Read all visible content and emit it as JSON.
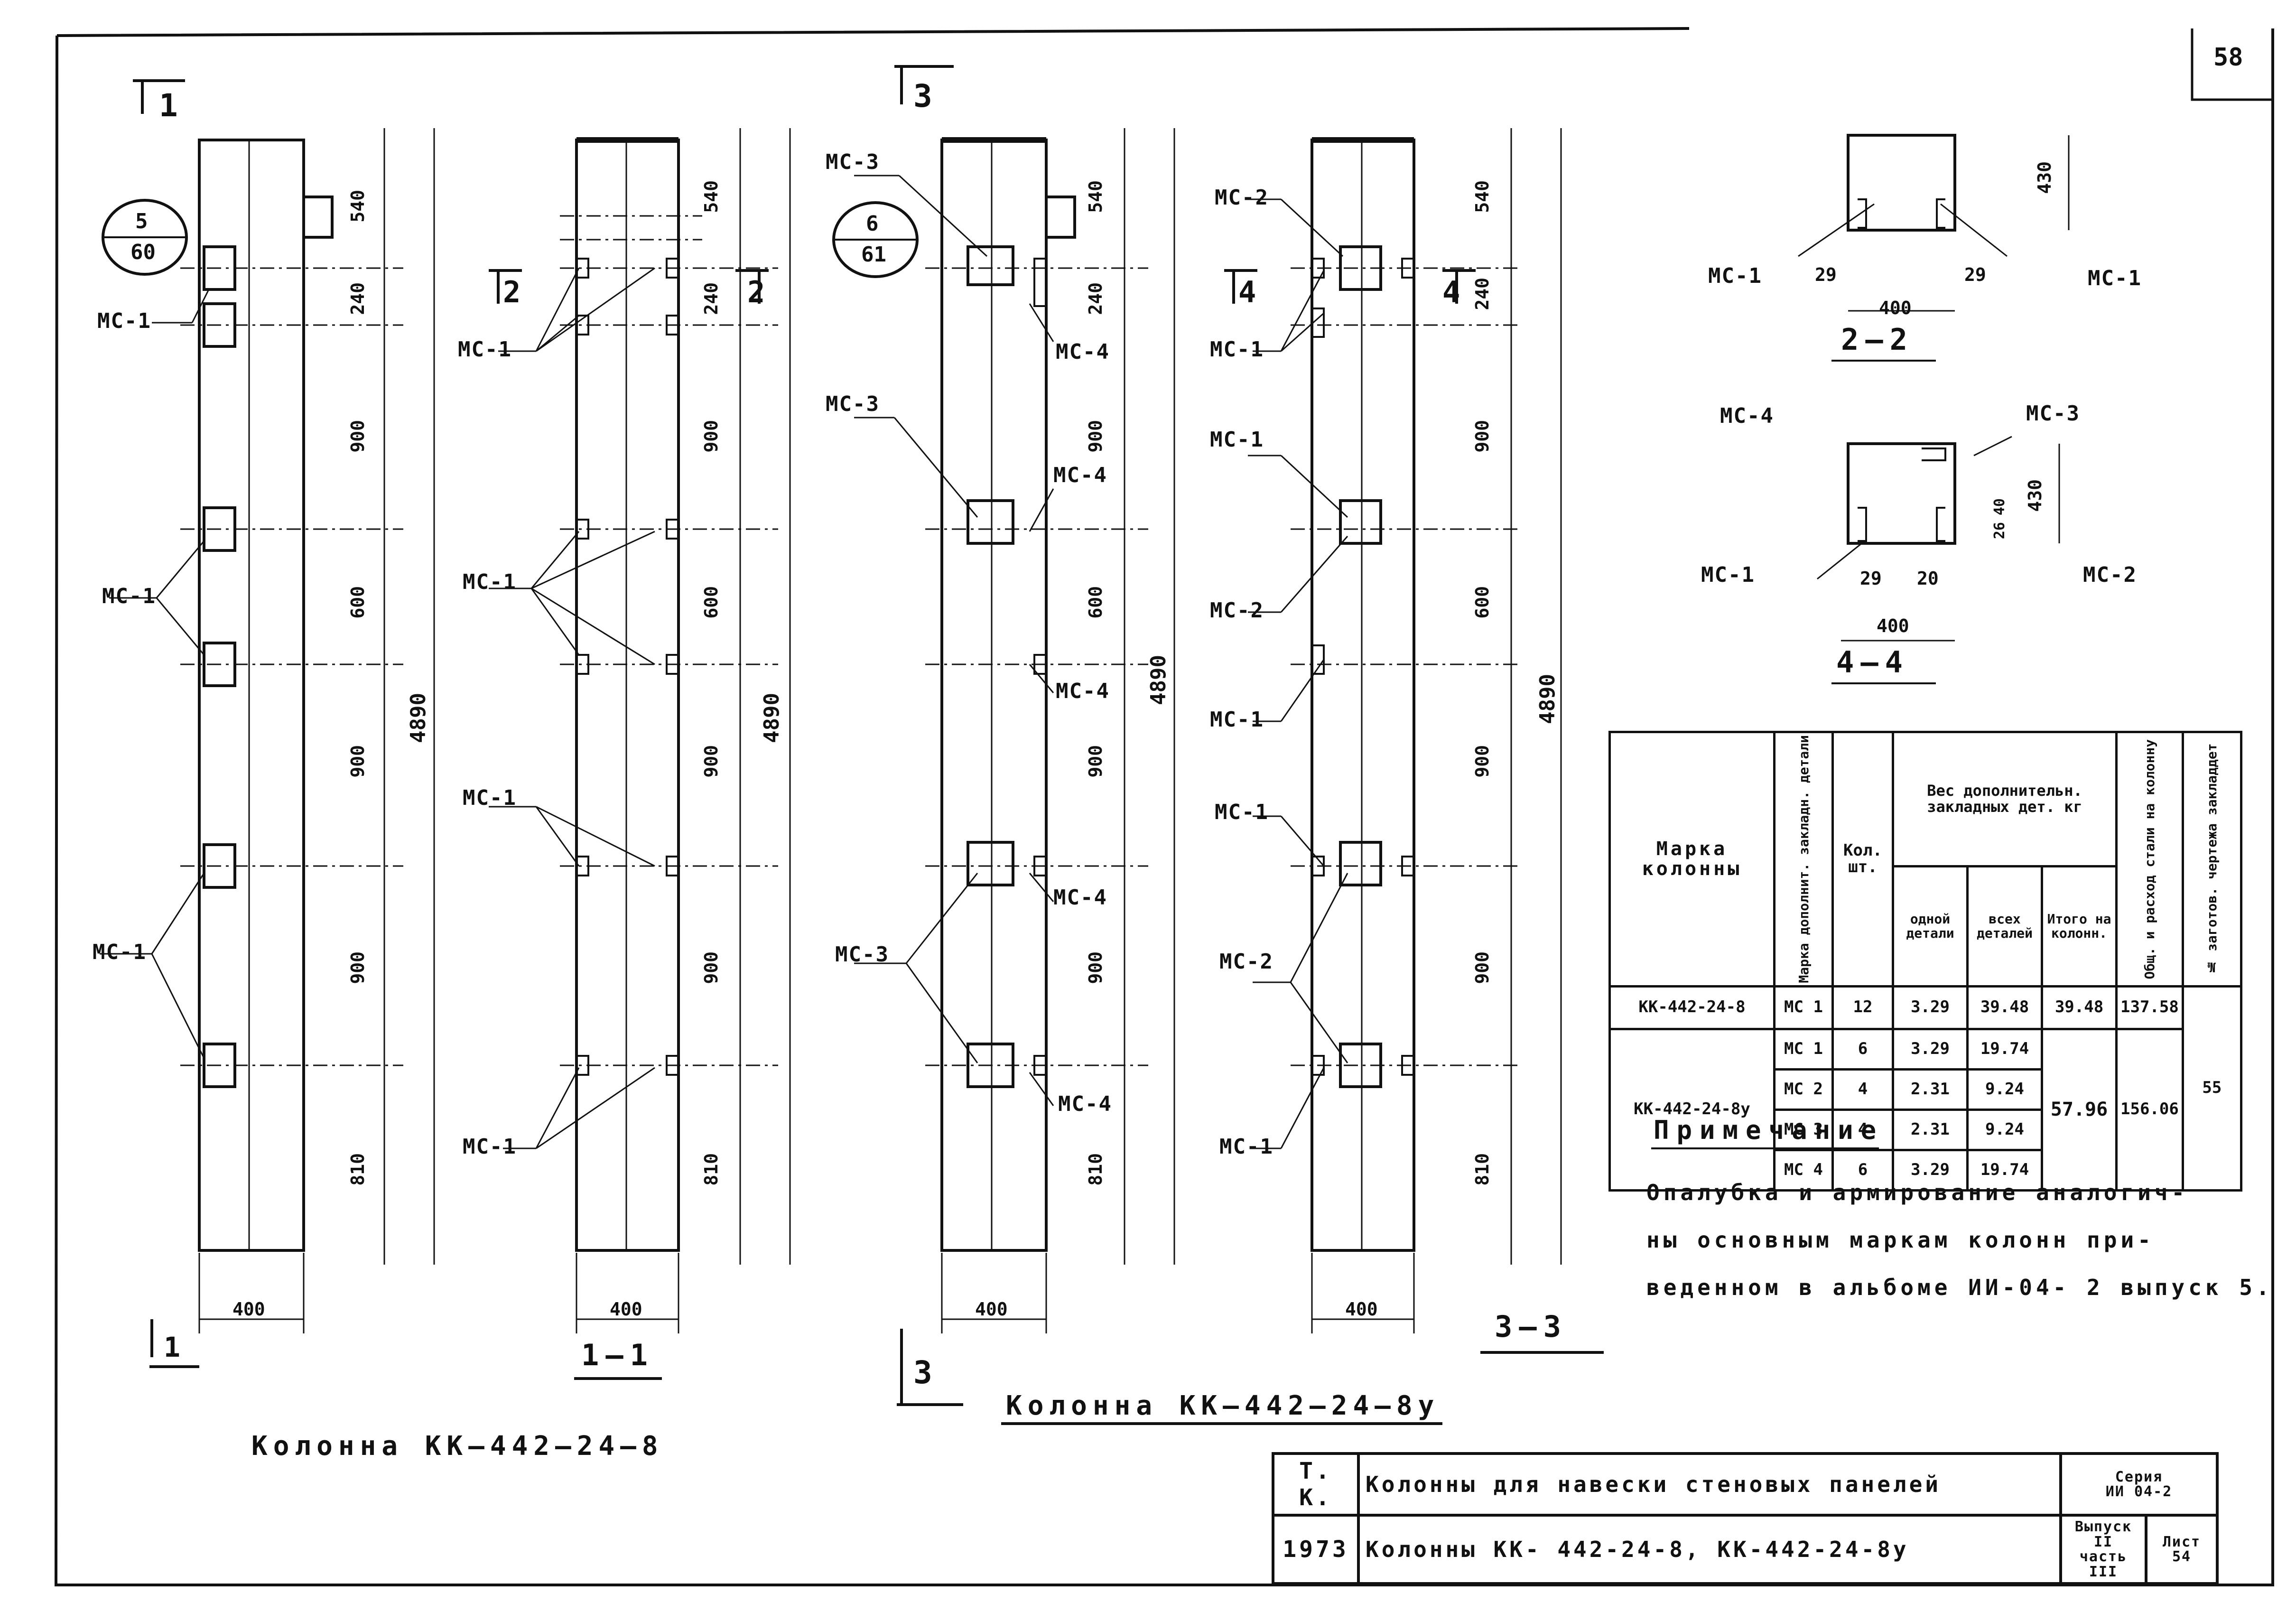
{
  "sheet_number": "58",
  "markers": {
    "sec1_top": "1",
    "sec1_bottom": "1",
    "sec3_top": "3",
    "sec3_bottom": "3",
    "sec2_left": "2",
    "sec2_right": "2",
    "sec4_left": "4",
    "sec4_right": "4"
  },
  "callouts": {
    "c1_top": "5",
    "c1_bottom": "60",
    "c2_top": "6",
    "c2_bottom": "61"
  },
  "labels": {
    "mc1": "МС-1",
    "mc2": "МС-2",
    "mc3": "МС-3",
    "mc4": "МС-4"
  },
  "dims": {
    "d540": "540",
    "d240": "240",
    "d900": "900",
    "d600": "600",
    "d810": "810",
    "total": "4890",
    "width": "400",
    "s29": "29",
    "s430": "430",
    "s20": "20",
    "s26": "26",
    "s40": "40"
  },
  "views": {
    "v11": "1—1",
    "v33": "3—3",
    "v22": "2—2",
    "v44": "4—4"
  },
  "captions": {
    "col8": "Колонна КК—442—24—8",
    "col8u": "Колонна КК—442—24—8у"
  },
  "spec_table": {
    "h_mark": "Марка колонны",
    "h_part": "Марка дополнит. закладн. детали",
    "h_qty": "Кол. шт.",
    "h_weight": "Вес дополнительн. закладных дет. кг",
    "h_one": "одной детали",
    "h_all": "всех деталей",
    "h_total": "Итого на колонн.",
    "h_steel": "Общ. и расход стали на колонну",
    "h_draw": "№ заготов. чертежа закладдет",
    "rows": [
      {
        "mark": "КК-442-24-8",
        "part": "МС 1",
        "qty": "12",
        "one": "3.29",
        "all": "39.48",
        "total": "39.48",
        "steel": "137.58"
      },
      {
        "mark": "КК-442-24-8у",
        "part": "МС 1",
        "qty": "6",
        "one": "3.29",
        "all": "19.74"
      },
      {
        "part": "МС 2",
        "qty": "4",
        "one": "2.31",
        "all": "9.24"
      },
      {
        "part": "МС 3",
        "qty": "4",
        "one": "2.31",
        "all": "9.24"
      },
      {
        "part": "МС 4",
        "qty": "6",
        "one": "3.29",
        "all": "19.74"
      }
    ],
    "merged_total": "57.96",
    "merged_steel": "156.06",
    "merged_draw": "55"
  },
  "note": {
    "title": "Примечание",
    "line1": "Опалубка и армирование аналогич-",
    "line2": "ны основным маркам колонн при-",
    "line3": "веденном в альбоме ИИ-04- 2 выпуск 5."
  },
  "stamp": {
    "tk": "Т. К.",
    "year": "1973",
    "title1": "Колонны для навески стеновых панелей",
    "title2": "Колонны КК- 442-24-8, КК-442-24-8у",
    "series_label": "Серия",
    "series": "ИИ 04-2",
    "issue_label": "Выпуск II часть III",
    "sheet_label": "Лист",
    "sheet": "54"
  }
}
